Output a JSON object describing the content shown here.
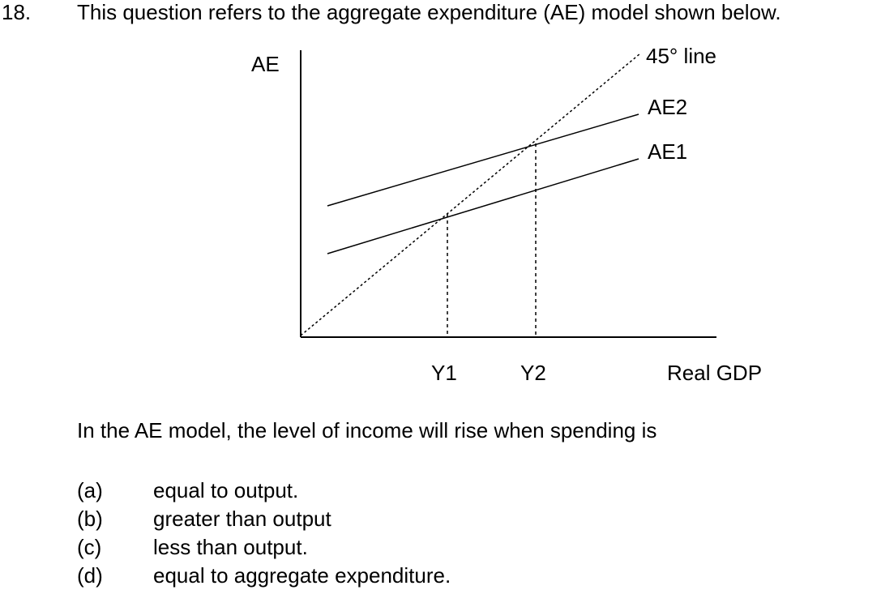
{
  "question": {
    "number": "18.",
    "stem": "This question refers to the aggregate expenditure (AE) model shown below.",
    "prompt": "In the AE model, the level of income will rise when spending is",
    "options": [
      {
        "letter": "(a)",
        "text": "equal to output."
      },
      {
        "letter": "(b)",
        "text": "greater than output"
      },
      {
        "letter": "(c)",
        "text": "less than output."
      },
      {
        "letter": "(d)",
        "text": "equal to aggregate expenditure."
      }
    ]
  },
  "diagram": {
    "y_axis_label": "AE",
    "x_axis_label": "Real GDP",
    "lines": {
      "line_45": "45° line",
      "ae2": "AE2",
      "ae1": "AE1"
    },
    "x_markers": {
      "y1": "Y1",
      "y2": "Y2"
    }
  }
}
